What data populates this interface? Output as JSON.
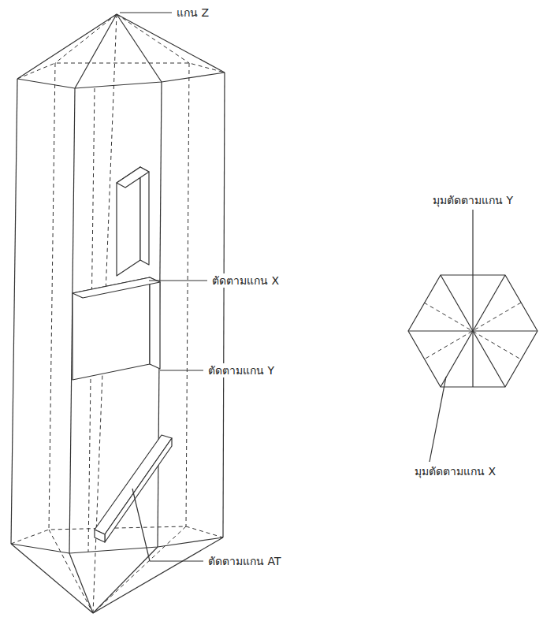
{
  "diagram": {
    "labels": [
      "แกน Z",
      "มุมตัดตามแกน Y",
      "ตัดตามแกน X",
      "ตัดตามแกน Y",
      "มุมตัดตามแกน X",
      "ตัดตามแกน AT"
    ]
  }
}
